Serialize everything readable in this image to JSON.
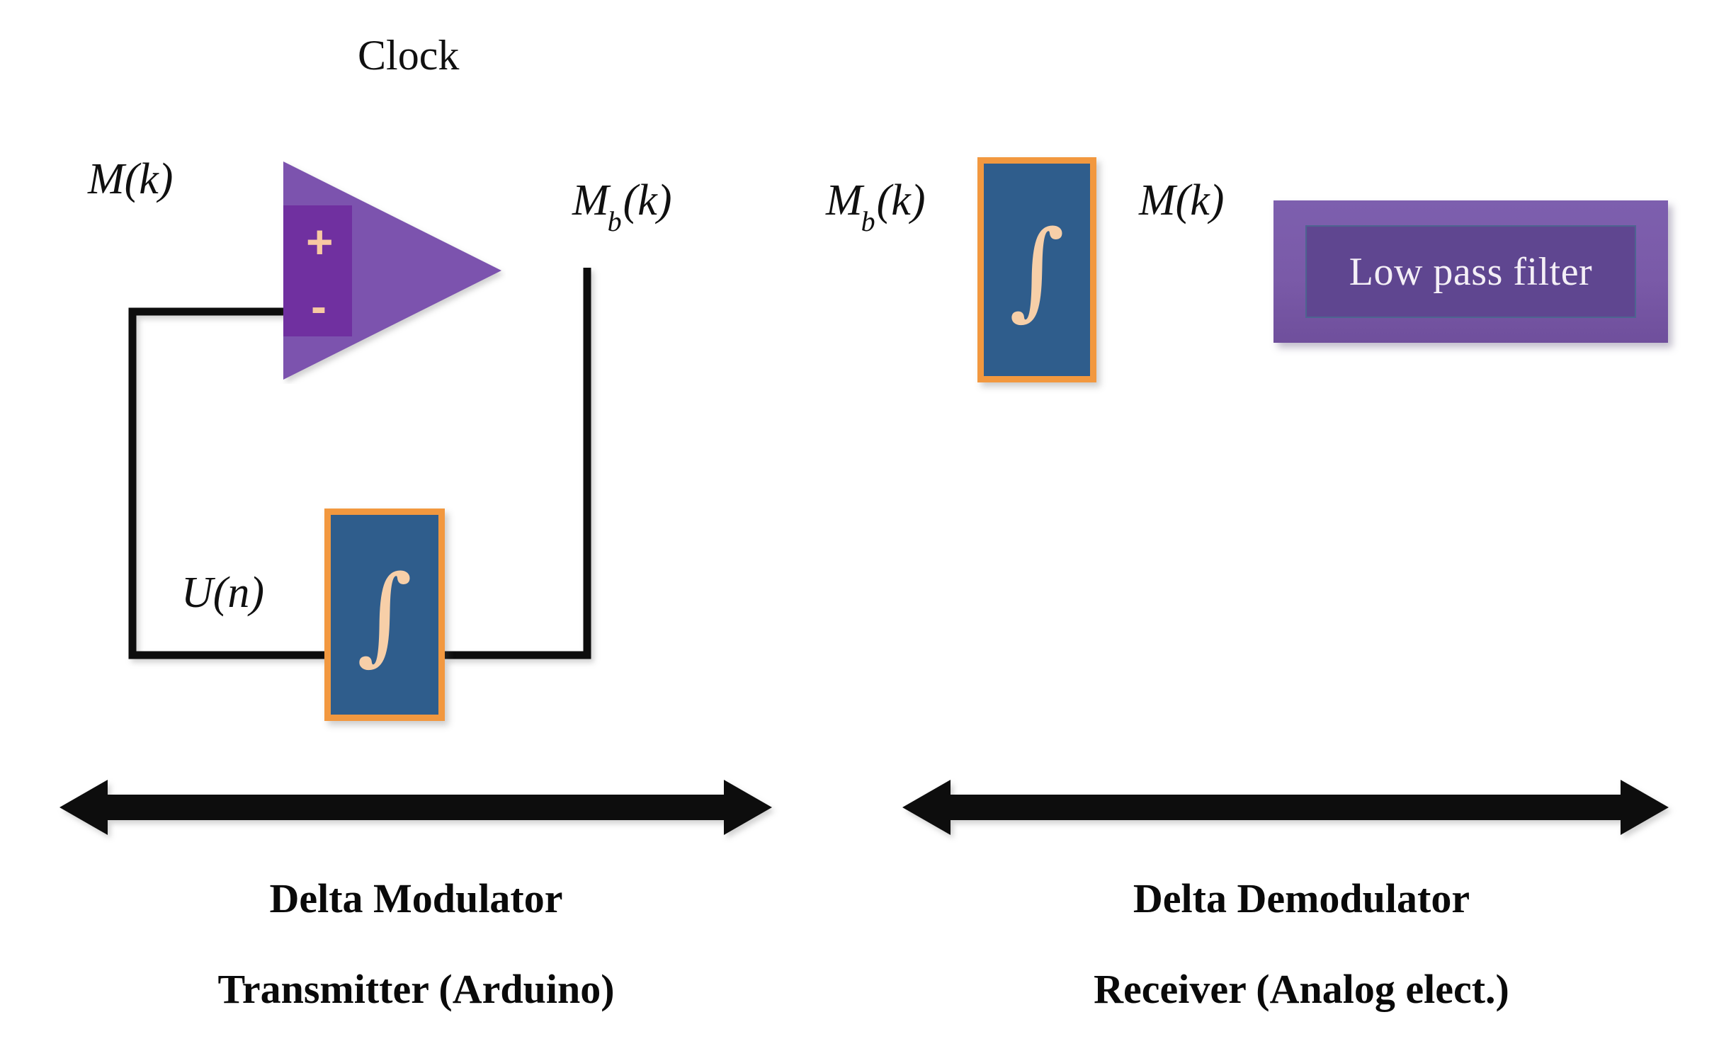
{
  "diagram": {
    "title_visible": false,
    "transmitter": {
      "input_label": "M(k)",
      "clock_label": "Clock",
      "output_label_main": "M",
      "output_label_sub": "b",
      "output_label_tail": "(k)",
      "feedback_label_main": "U",
      "feedback_label_tail": "(n)",
      "comparator": {
        "plus_sign": "+",
        "minus_sign": "-"
      },
      "integrator_symbol": "∫",
      "caption_line1": "Delta Modulator",
      "caption_line2": "Transmitter (Arduino)"
    },
    "receiver": {
      "input_label_main": "M",
      "input_label_sub": "b",
      "input_label_tail": "(k)",
      "output_label": "M(k)",
      "integrator_symbol": "∫",
      "low_pass_filter_label": "Low pass filter",
      "caption_line1": "Delta Demodulator",
      "caption_line2": "Receiver (Analog elect.)"
    }
  },
  "colors": {
    "background": "#ffffff",
    "wire": "#0d0d0d",
    "comparator_body": "#7b52ae",
    "comparator_inner": "#7030a0",
    "comparator_sign": "#f8c9a2",
    "integrator_fill": "#2f5d8c",
    "integrator_border": "#f2983f",
    "integral_glyph": "#f7cfa8",
    "lpf_outer": "#7b5eae",
    "lpf_inner": "#5f4690",
    "lpf_inner_border": "#4d6490",
    "lpf_text": "#f4eff6",
    "caption_text": "#0a0a0a",
    "label_text": "#101010"
  }
}
